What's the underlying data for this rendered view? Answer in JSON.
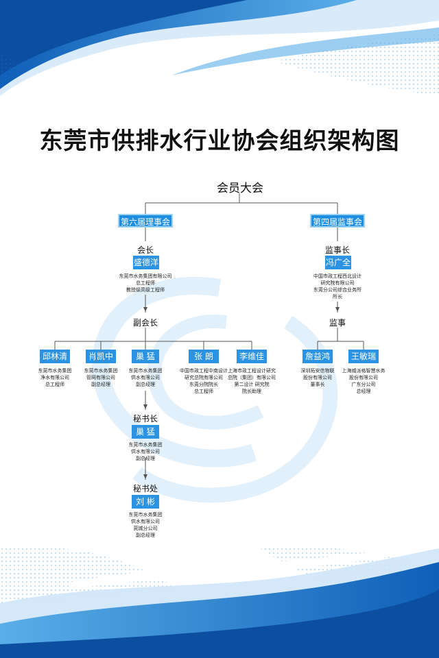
{
  "title": "东莞市供排水行业协会组织架构图",
  "root": "会员大会",
  "left_branch": {
    "header": "第六届理事会",
    "president_role": "会长",
    "president_name": "盛德洋",
    "president_desc": [
      "东莞市水务集团有限公司",
      "总工程师",
      "教授级高级工程师"
    ],
    "vp_role": "副会长",
    "vps": [
      {
        "name": "邱林清",
        "desc": [
          "东莞市水务集团",
          "净水有限公司",
          "总工程师"
        ]
      },
      {
        "name": "肖凯中",
        "desc": [
          "东莞市水务集团",
          "管网有限公司",
          "副总经理"
        ]
      },
      {
        "name": "巢 猛",
        "desc": [
          "东莞市水务集团",
          "供水有限公司",
          "副总经理"
        ]
      },
      {
        "name": "张 朗",
        "desc": [
          "中国市政工程中南设计",
          "研究总院有限公司",
          "东莞分院院长",
          "总工程师"
        ]
      },
      {
        "name": "李维佳",
        "desc": [
          "上海市政工程设计研究",
          "总院（集团）有限公司",
          "第二设计 研究院",
          "院长助理"
        ]
      }
    ],
    "secretary_general_role": "秘书长",
    "secretary_general_name": "巢 猛",
    "secretary_general_desc": [
      "东莞市水务集团",
      "供水有限公司",
      "副总经理"
    ],
    "secretariat_role": "秘书处",
    "secretariat_name": "刘 彬",
    "secretariat_desc": [
      "东莞市水务集团",
      "供水有限公司",
      "莞城分公司",
      "副总经理"
    ]
  },
  "right_branch": {
    "header": "第四届监事会",
    "chief_role": "监事长",
    "chief_name": "冯广全",
    "chief_desc": [
      "中国市政工程西北设计",
      "研究院有限公司",
      "东莞分公司综合业务所",
      "所长"
    ],
    "supervisor_role": "监事",
    "supervisors": [
      {
        "name": "詹益鸿",
        "desc": [
          "深圳拓安信物联",
          "股份有限公司",
          "董事长"
        ]
      },
      {
        "name": "王敏瑞",
        "desc": [
          "上海威派格智慧水务",
          "股份有限公司",
          "广东分公司",
          "总经理"
        ]
      }
    ]
  },
  "colors": {
    "accent": "#1e8fe0",
    "accent_border": "#9ed2f7",
    "wave_dark": "#1a6fc9",
    "wave_light": "#8fc6f0",
    "line": "#555555"
  }
}
